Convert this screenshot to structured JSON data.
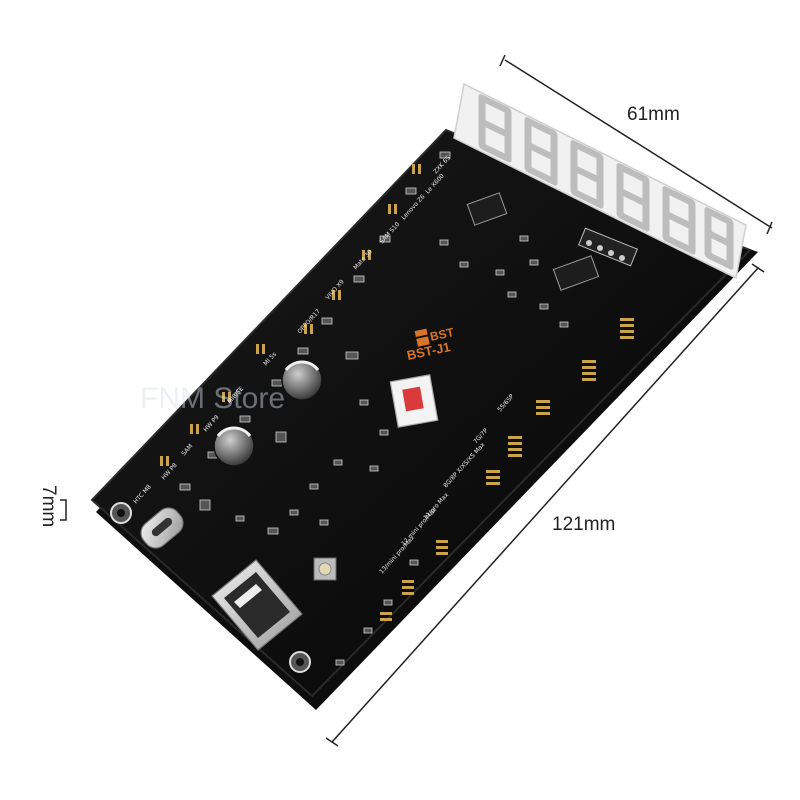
{
  "dimensions": {
    "width_label": "61mm",
    "length_label": "121mm",
    "height_label": "7mm"
  },
  "board": {
    "brand_logo": "BST",
    "model": "BST-J1",
    "display_digits": "8.8.8.8.8.8.",
    "silkscreen": [
      "ZXK 6S",
      "Le X600",
      "Lenovo Z6",
      "SAM S10",
      "Mate 30",
      "VIVO X9",
      "OPPO/R17",
      "MI 5s",
      "MI8/SE",
      "HW P9",
      "SAM",
      "HW P8",
      "HTC M8",
      "5S/6SP",
      "7G/7P",
      "8G/8P X/XS/XS Max",
      "11/pro Max",
      "12 mini pro/Max",
      "13/mini pro/Max"
    ],
    "colors": {
      "pcb": "#111111",
      "silk": "#e8e8e8",
      "brand": "#d9742b",
      "switch": "#d93a3a"
    },
    "watermark": "FNM Store"
  }
}
